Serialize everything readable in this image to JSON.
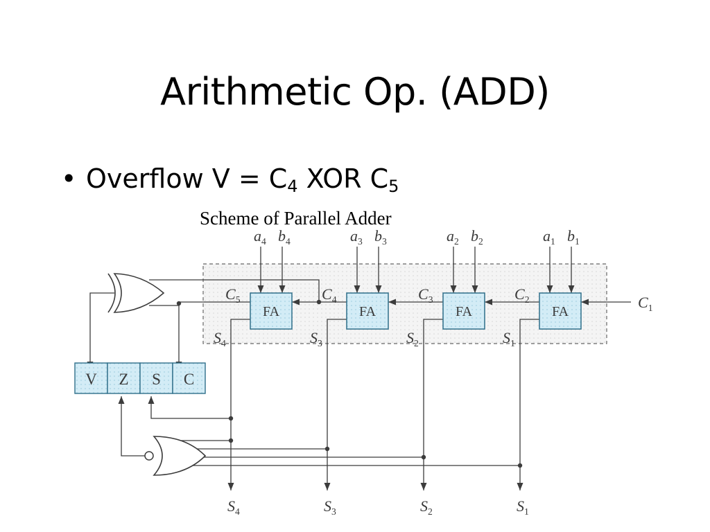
{
  "slide": {
    "title": "Arithmetic Op. (ADD)",
    "bullet": {
      "text": "Overflow V = C",
      "sub1": "4",
      "mid": " XOR C",
      "sub2": "5"
    }
  },
  "diagram": {
    "caption": "Scheme of Parallel Adder",
    "adder_label": "FA",
    "stages": [
      {
        "a": "a4",
        "b": "b4",
        "carry_in": "C4",
        "carry_out": "C5",
        "sum": "S4"
      },
      {
        "a": "a3",
        "b": "b3",
        "carry_in": "C3",
        "carry_out": "C4",
        "sum": "S3"
      },
      {
        "a": "a2",
        "b": "b2",
        "carry_in": "C2",
        "carry_out": "C3",
        "sum": "S2"
      },
      {
        "a": "a1",
        "b": "b1",
        "carry_in": "C1",
        "carry_out": "C2",
        "sum": "S1"
      }
    ],
    "flags": [
      "V",
      "Z",
      "S",
      "C"
    ],
    "outputs": [
      "S4",
      "S3",
      "S2",
      "S1"
    ],
    "colors": {
      "box_fill": "#cfe9f4",
      "line": "#3c3c3c",
      "dashed_region": "#efefef"
    },
    "gates": [
      "xor-gate",
      "nor-gate"
    ]
  }
}
